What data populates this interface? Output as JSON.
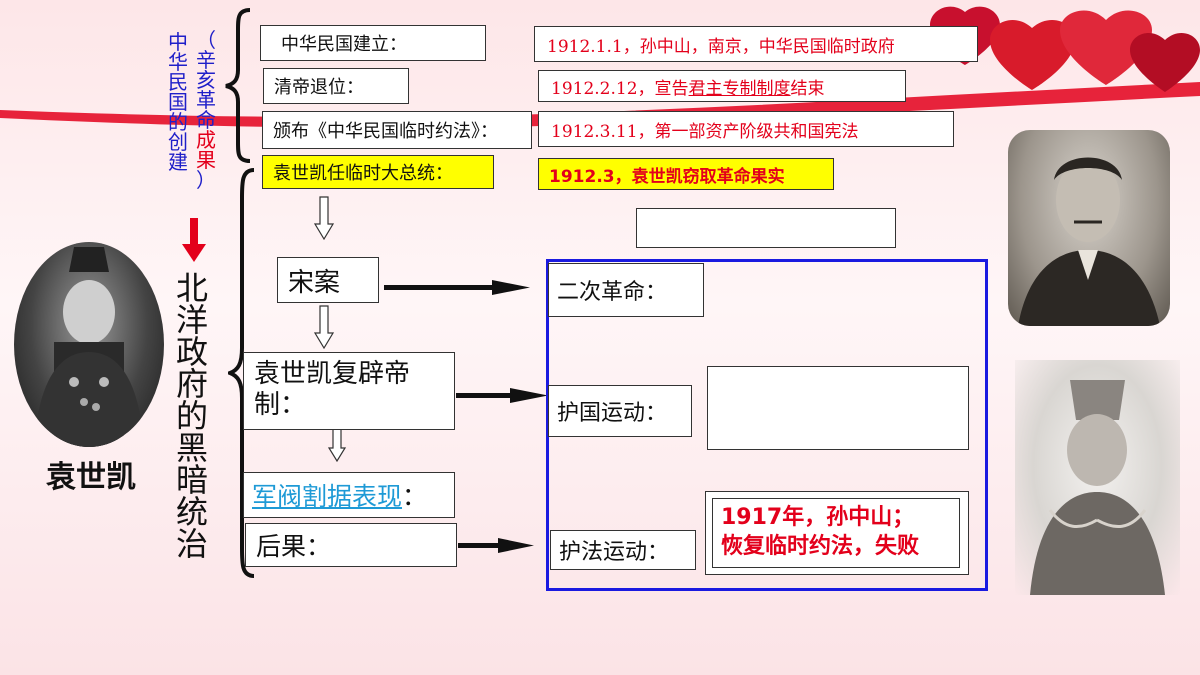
{
  "colors": {
    "accent_red": "#e3001b",
    "text_red": "#e3001b",
    "text_blue": "#1f1fc9",
    "highlight_yellow": "#ffff00",
    "link_blue": "#1e9ad6",
    "frame_blue": "#1a1ae0"
  },
  "left_vertical_title": {
    "main": [
      "中",
      "华",
      "民",
      "国",
      "的",
      "创",
      "建"
    ],
    "sub_paren_open": "（",
    "sub_blue": [
      "辛",
      "亥",
      "革",
      "命"
    ],
    "sub_red": [
      "成",
      "果"
    ],
    "sub_paren_close": "）"
  },
  "right_vertical_title": [
    "北",
    "洋",
    "政",
    "府",
    "的",
    "黑",
    "暗",
    "统",
    "治"
  ],
  "portrait_left_label": "袁世凯",
  "founding_rows": [
    {
      "label": "中华民国建立：",
      "value": "1912.1.1，孙中山，南京，中华民国临时政府"
    },
    {
      "label": "清帝退位：",
      "value_plain": "1912.2.12，宣告",
      "value_underlined": "君主专制制度",
      "value_tail": "结束"
    },
    {
      "label": "颁布《中华民国临时约法》：",
      "value": "1912.3.11，第一部资产阶级共和国宪法"
    },
    {
      "label": "袁世凯任临时大总统：",
      "value": "1912.3，袁世凯窃取革命果实"
    }
  ],
  "beiyang": {
    "song_case": "宋案",
    "restoration": "袁世凯复辟帝制：",
    "warlords": "军阀割据表现",
    "warlords_colon": "：",
    "consequence": "后果："
  },
  "movements": {
    "second_revolution": "二次革命：",
    "protect_nation": "护国运动：",
    "protect_law": "护法运动：",
    "protect_law_answer_line1": "1917年，孙中山；",
    "protect_law_answer_line2": "恢复临时约法，失败"
  }
}
